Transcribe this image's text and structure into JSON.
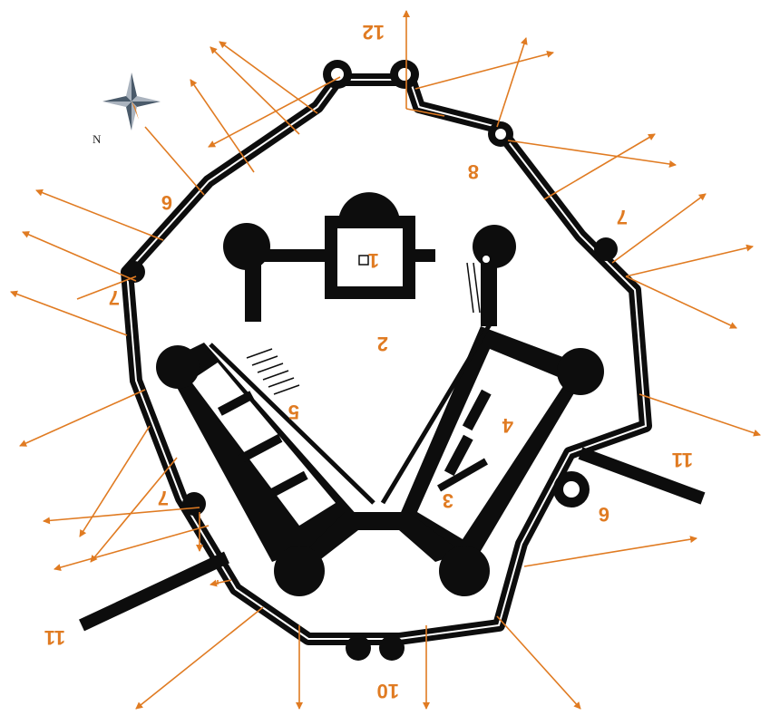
{
  "colors": {
    "wall": "#0d0d0d",
    "floor": "#ffffff",
    "label": "#e07b22",
    "arrow": "#e07b22",
    "compass_dark": "#4a5a6a",
    "compass_light": "#aab3be"
  },
  "compass": {
    "north_label": "N"
  },
  "labels": {
    "l1": "1",
    "l2": "2",
    "l3": "3",
    "l4": "4",
    "l5": "5",
    "l6_left": "6",
    "l6_right": "6",
    "l7_left_upper": "7",
    "l7_left_lower": "7",
    "l7_right": "7",
    "l8": "8",
    "l10": "10",
    "l11_left": "11",
    "l11_right": "11",
    "l12": "12"
  }
}
